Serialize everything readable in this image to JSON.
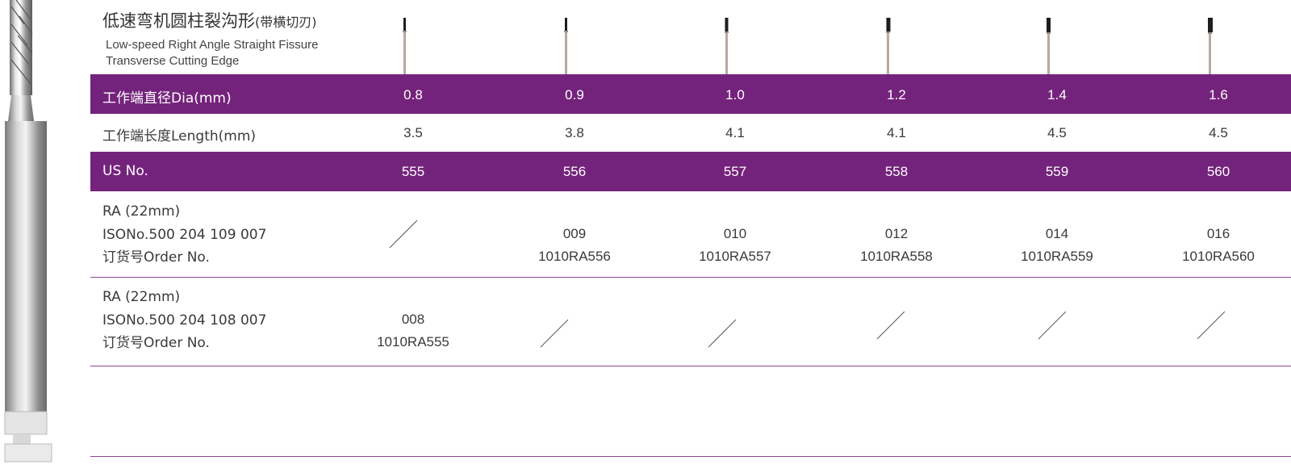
{
  "title": {
    "cn": "低速弯机圆柱裂沟形",
    "cn_suffix": "(带横切刃)",
    "en_line1": "Low-speed Right Angle Straight Fissure",
    "en_line2": "Transverse Cutting Edge"
  },
  "rows": {
    "dia_label": "工作端直径Dia(mm)",
    "length_label": "工作端长度Length(mm)",
    "us_label": "US No.",
    "ra1": {
      "line1": "RA (22mm)",
      "line2": "ISONo.500 204 109 007",
      "line3": "订货号Order No."
    },
    "ra2": {
      "line1": "RA (22mm)",
      "line2": "ISONo.500 204 108 007",
      "line3": "订货号Order No."
    }
  },
  "columns": [
    {
      "dia": "0.8",
      "length": "3.5",
      "us": "555",
      "ra1_code": "",
      "ra1_order": "",
      "ra2_code": "008",
      "ra2_order": "1010RA555"
    },
    {
      "dia": "0.9",
      "length": "3.8",
      "us": "556",
      "ra1_code": "009",
      "ra1_order": "1010RA556",
      "ra2_code": "",
      "ra2_order": ""
    },
    {
      "dia": "1.0",
      "length": "4.1",
      "us": "557",
      "ra1_code": "010",
      "ra1_order": "1010RA557",
      "ra2_code": "",
      "ra2_order": ""
    },
    {
      "dia": "1.2",
      "length": "4.1",
      "us": "558",
      "ra1_code": "012",
      "ra1_order": "1010RA558",
      "ra2_code": "",
      "ra2_order": ""
    },
    {
      "dia": "1.4",
      "length": "4.5",
      "us": "559",
      "ra1_code": "014",
      "ra1_order": "1010RA559",
      "ra2_code": "",
      "ra2_order": ""
    },
    {
      "dia": "1.6",
      "length": "4.5",
      "us": "560",
      "ra1_code": "016",
      "ra1_order": "1010RA560",
      "ra2_code": "",
      "ra2_order": ""
    }
  ],
  "colors": {
    "band": "#74237c",
    "line": "#8a4a90"
  }
}
